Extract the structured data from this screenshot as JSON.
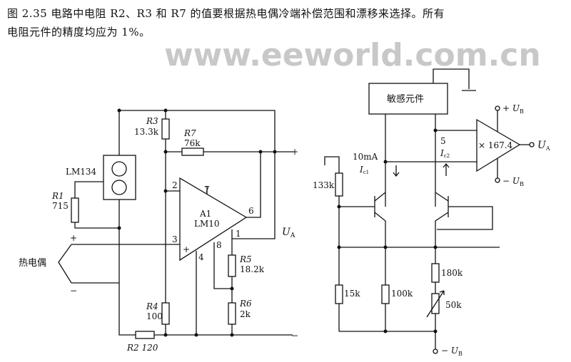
{
  "caption": {
    "line1": "图 2.35 电路中电阻 R2、R3 和 R7 的值要根据热电偶冷端补偿范围和漂移来选择。所有",
    "line2": "电阻元件的精度均应为 1%。"
  },
  "watermark": "www.eeworld.com.cn",
  "left_circuit": {
    "r3": "R3",
    "r3_val": "13.3k",
    "r7": "R7",
    "r7_val": "76k",
    "lm134": "LM134",
    "r1": "R1",
    "r1_val": "715",
    "thermocouple": "热电偶",
    "plus": "+",
    "minus": "−",
    "out_plus": "+",
    "out_minus": "−",
    "opamp_name": "A1",
    "opamp_model": "LM10",
    "pin2": "2",
    "pin7": "7",
    "pin6": "6",
    "pin1": "1",
    "pin3": "3",
    "pin8": "8",
    "pin4": "4",
    "ua": "U",
    "ua_sub": "A",
    "r5": "R5",
    "r5_val": "18.2k",
    "r6": "R6",
    "r6_val": "2k",
    "r4": "R4",
    "r4_val": "100",
    "r2": "R2 120"
  },
  "right_circuit": {
    "sensor": "敏感元件",
    "gain": "× 167.4",
    "pos_supply": "+ U",
    "pos_sub": "B",
    "neg_supply": "− U",
    "neg_sub": "B",
    "out": "U",
    "out_sub": "A",
    "current1": "10mA",
    "ic1": "I",
    "ic1_sub": "c1",
    "pin5": "5",
    "ic2": "I",
    "ic2_sub": "c2",
    "r133k": "133k",
    "r15k": "15k",
    "r100k": "100k",
    "r180k": "180k",
    "r50k": "50k",
    "bottom_supply": "− U",
    "bottom_sub": "B"
  }
}
